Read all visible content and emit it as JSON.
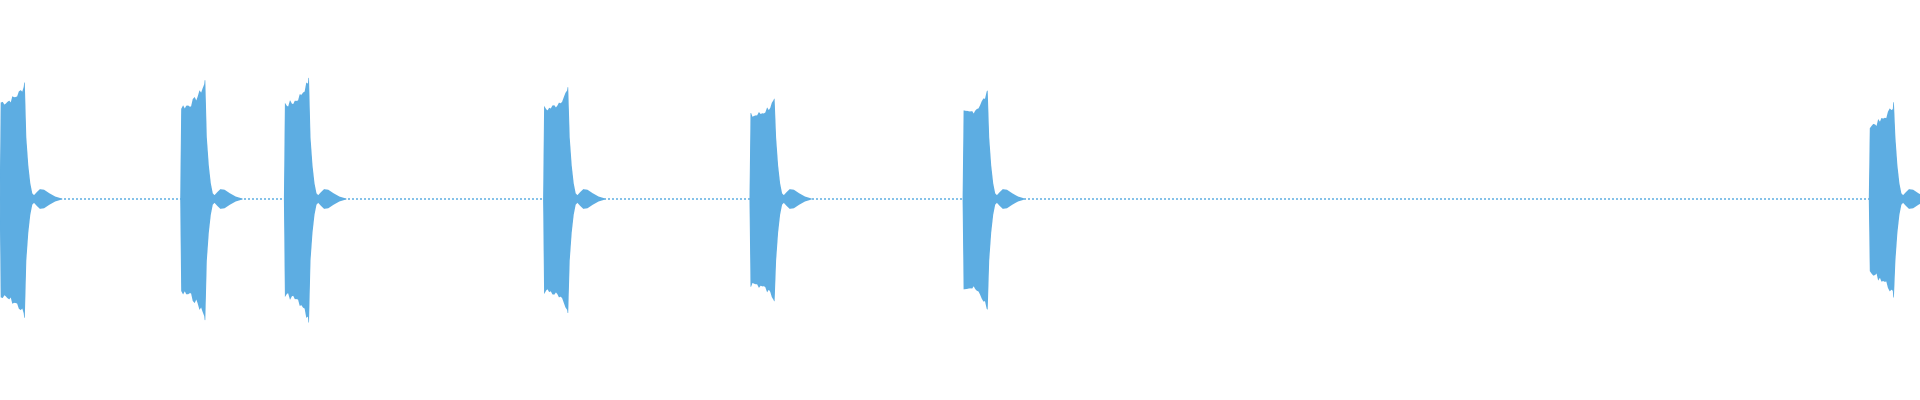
{
  "waveform": {
    "color": "#5dade2",
    "centerline_style": "dotted",
    "duration_fraction_note": "",
    "events": [
      {
        "t": 0.0,
        "attack": 0.86,
        "peak": 1.0
      },
      {
        "t": 0.094,
        "attack": 0.82,
        "peak": 1.02
      },
      {
        "t": 0.148,
        "attack": 0.84,
        "peak": 1.04
      },
      {
        "t": 0.283,
        "attack": 0.8,
        "peak": 0.96
      },
      {
        "t": 0.3905,
        "attack": 0.74,
        "peak": 0.86
      },
      {
        "t": 0.5015,
        "attack": 0.76,
        "peak": 0.93
      },
      {
        "t": 0.9735,
        "attack": 0.66,
        "peak": 0.83
      }
    ]
  }
}
